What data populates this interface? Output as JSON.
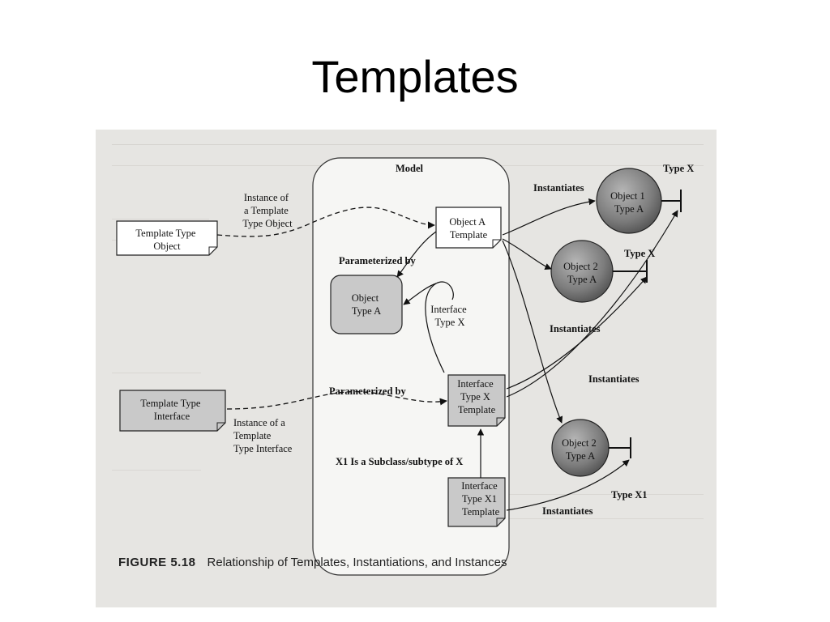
{
  "slide": {
    "title": "Templates"
  },
  "figure": {
    "number": "FIGURE 5.18",
    "caption": "Relationship of Templates, Instantiations, and Instances",
    "model_label": "Model",
    "boxes": {
      "template_type_object": [
        "Template Type",
        "Object"
      ],
      "template_type_interface": [
        "Template Type",
        "Interface"
      ],
      "object_a_template": [
        "Object A",
        "Template"
      ],
      "object_type_a": [
        "Object",
        "Type A"
      ],
      "interface_type_x_template": [
        "Interface",
        "Type X",
        "Template"
      ],
      "interface_type_x1_template": [
        "Interface",
        "Type X1",
        "Template"
      ]
    },
    "instances": {
      "object1": [
        "Object 1",
        "Type A"
      ],
      "object2_upper": [
        "Object 2",
        "Type A"
      ],
      "object2_lower": [
        "Object 2",
        "Type A"
      ]
    },
    "labels": {
      "instance_of_template_type_object": [
        "Instance of",
        "a Template",
        "Type Object"
      ],
      "instance_of_template_type_interface": [
        "Instance of a",
        "Template",
        "Type Interface"
      ],
      "parameterized_by_upper": "Parameterized by",
      "parameterized_by_lower": "Parameterized by",
      "interface_type_x": [
        "Interface",
        "Type X"
      ],
      "x1_subclass": "X1 Is a Subclass/subtype of X",
      "instantiates_1": "Instantiates",
      "instantiates_2": "Instantiates",
      "instantiates_3": "Instantiates",
      "instantiates_4": "Instantiates",
      "type_x_1": "Type X",
      "type_x_2": "Type X",
      "type_x1": "Type X1"
    }
  },
  "colors": {
    "scan_background": "#e6e5e2",
    "gray_box": "#c9c9c9",
    "instance_sphere": "#8a8a8a"
  }
}
